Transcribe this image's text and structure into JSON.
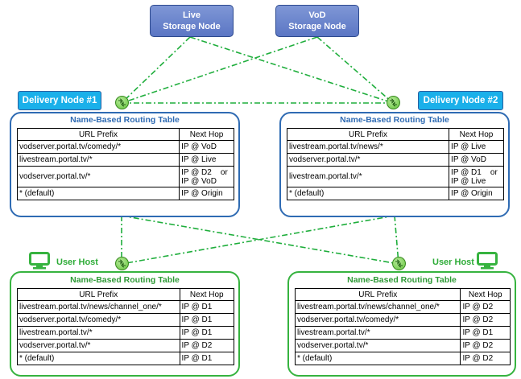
{
  "storage_nodes": {
    "live": {
      "line1": "Live",
      "line2": "Storage Node"
    },
    "vod": {
      "line1": "VoD",
      "line2": "Storage Node"
    }
  },
  "delivery_labels": {
    "dn1": "Delivery Node #1",
    "dn2": "Delivery Node #2"
  },
  "user_host_label": "User Host",
  "table_title": "Name-Based Routing Table",
  "col_prefix": "URL Prefix",
  "col_hop": "Next Hop",
  "tables": {
    "dn1": [
      {
        "prefix": "vodserver.portal.tv/comedy/*",
        "hop": "IP @ VoD"
      },
      {
        "prefix": "livestream.portal.tv/*",
        "hop": "IP @ Live"
      },
      {
        "prefix": "vodserver.portal.tv/*",
        "hop": "IP @ D2    or\nIP @ VoD"
      },
      {
        "prefix": "* (default)",
        "hop": "IP @ Origin"
      }
    ],
    "dn2": [
      {
        "prefix": "livestream.portal.tv/news/*",
        "hop": "IP @ Live"
      },
      {
        "prefix": "vodserver.portal.tv/*",
        "hop": "IP @ VoD"
      },
      {
        "prefix": "livestream.portal.tv/*",
        "hop": "IP @ D1    or\nIP @ Live"
      },
      {
        "prefix": "* (default)",
        "hop": "IP @ Origin"
      }
    ],
    "uh1": [
      {
        "prefix": "livestream.portal.tv/news/channel_one/*",
        "hop": "IP @ D1"
      },
      {
        "prefix": "vodserver.portal.tv/comedy/*",
        "hop": "IP @ D1"
      },
      {
        "prefix": "livestream.portal.tv/*",
        "hop": "IP @ D1"
      },
      {
        "prefix": "vodserver.portal.tv/*",
        "hop": "IP @ D2"
      },
      {
        "prefix": "* (default)",
        "hop": "IP @ D1"
      }
    ],
    "uh2": [
      {
        "prefix": "livestream.portal.tv/news/channel_one/*",
        "hop": "IP @ D2"
      },
      {
        "prefix": "vodserver.portal.tv/comedy/*",
        "hop": "IP @ D2"
      },
      {
        "prefix": "livestream.portal.tv/*",
        "hop": "IP @ D1"
      },
      {
        "prefix": "vodserver.portal.tv/*",
        "hop": "IP @ D2"
      },
      {
        "prefix": "* (default)",
        "hop": "IP @ D2"
      }
    ]
  },
  "colors": {
    "storage_fill": "#6a84cc",
    "delivery_label_fill": "#1ab0ea",
    "delivery_border": "#2f6bb3",
    "user_border": "#36b33f",
    "link_line": "#1fae3c"
  },
  "icons": {
    "router": "router-icon",
    "user_host": "monitor-icon"
  }
}
